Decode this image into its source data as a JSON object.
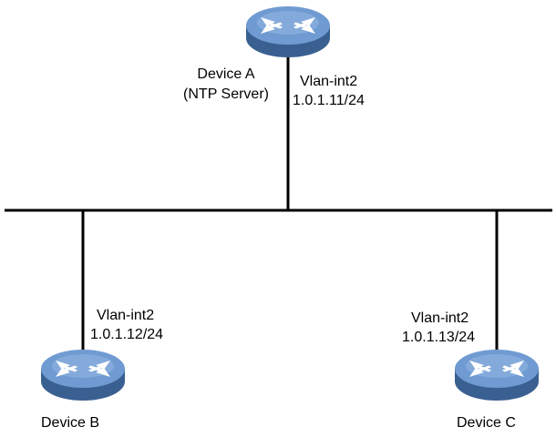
{
  "colors": {
    "link": "#000000",
    "device_side": "#3a6091",
    "device_top": "#6f9bd2",
    "device_top_highlight": "#a9c6ea",
    "device_arrow": "#ffffff"
  },
  "devices": {
    "a": {
      "name": "Device A",
      "role": "(NTP Server)",
      "interface": "Vlan-int2",
      "ip": "1.0.1.11/24",
      "icon": "router-icon"
    },
    "b": {
      "name": "Device B",
      "interface": "Vlan-int2",
      "ip": "1.0.1.12/24",
      "icon": "router-icon"
    },
    "c": {
      "name": "Device C",
      "interface": "Vlan-int2",
      "ip": "1.0.1.13/24",
      "icon": "router-icon"
    }
  }
}
